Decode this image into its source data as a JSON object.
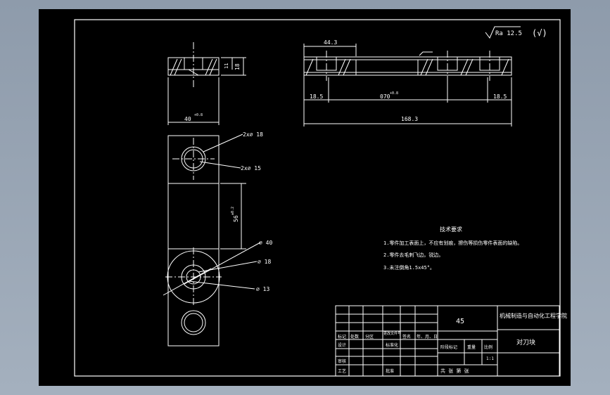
{
  "top_view": {
    "height_dim": "18",
    "step_dim": "11",
    "width_dim": "40",
    "width_tol": "+0.8"
  },
  "plan_view": {
    "hole_large_top": "2x∅ 18",
    "hole_small_top": "2x∅ 15",
    "center_dist": "56",
    "center_tol": "±0.2",
    "circle_outer": "∅ 40",
    "circle_mid": "∅ 18",
    "circle_inner": "∅ 13"
  },
  "side_view": {
    "dim_44": "44.3",
    "dim_left": "18.5",
    "dim_center": "070",
    "dim_center_tol": "+0.8",
    "dim_right": "18.5",
    "dim_total": "168.3"
  },
  "roughness": {
    "value": "Ra 12.5",
    "other": "(√)"
  },
  "tech_notes": {
    "title": "技术要求",
    "lines": [
      "1.零件加工表面上，不应有划痕，擦伤等损伤零件表面的缺陷。",
      "2.零件去毛刺飞边。锐边。",
      "3.未注倒角1.5x45°。"
    ]
  },
  "title_block": {
    "material": "45",
    "org": "机械制造与自动化工程学院",
    "part_name": "对刀块",
    "small_labels": [
      "标记",
      "处数",
      "分区",
      "更改文件号",
      "签名",
      "年、月、日",
      "设计",
      "标准化",
      "审核",
      "工艺",
      "批准",
      "阶段标记",
      "重量",
      "比例",
      "共 张 第 张"
    ],
    "scale": "1:1"
  }
}
